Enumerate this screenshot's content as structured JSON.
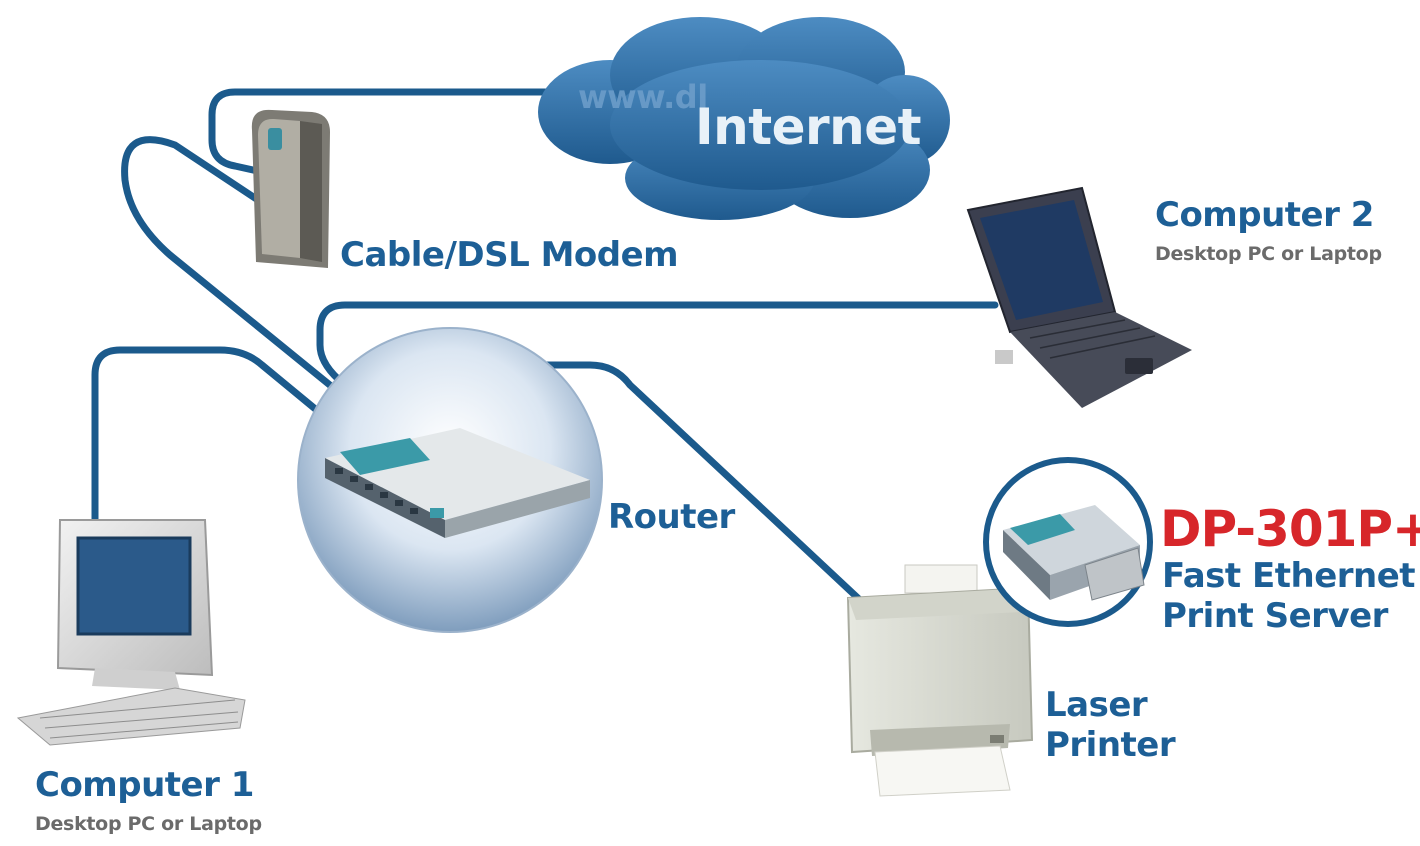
{
  "cloud": {
    "www": "www.dl",
    "label": "Internet"
  },
  "modem": {
    "label": "Cable/DSL Modem"
  },
  "router": {
    "label": "Router"
  },
  "computer1": {
    "label": "Computer 1",
    "sub": "Desktop PC or Laptop"
  },
  "computer2": {
    "label": "Computer 2",
    "sub": "Desktop PC or Laptop"
  },
  "printer": {
    "line1": "Laser",
    "line2": "Printer"
  },
  "print_server": {
    "model": "DP-301P+",
    "line1": "Fast Ethernet",
    "line2": "Print Server"
  },
  "colors": {
    "cable": "#1b5a8c",
    "label": "#1d5f96",
    "model": "#d7262a",
    "cloud": "#2f6fa6"
  }
}
